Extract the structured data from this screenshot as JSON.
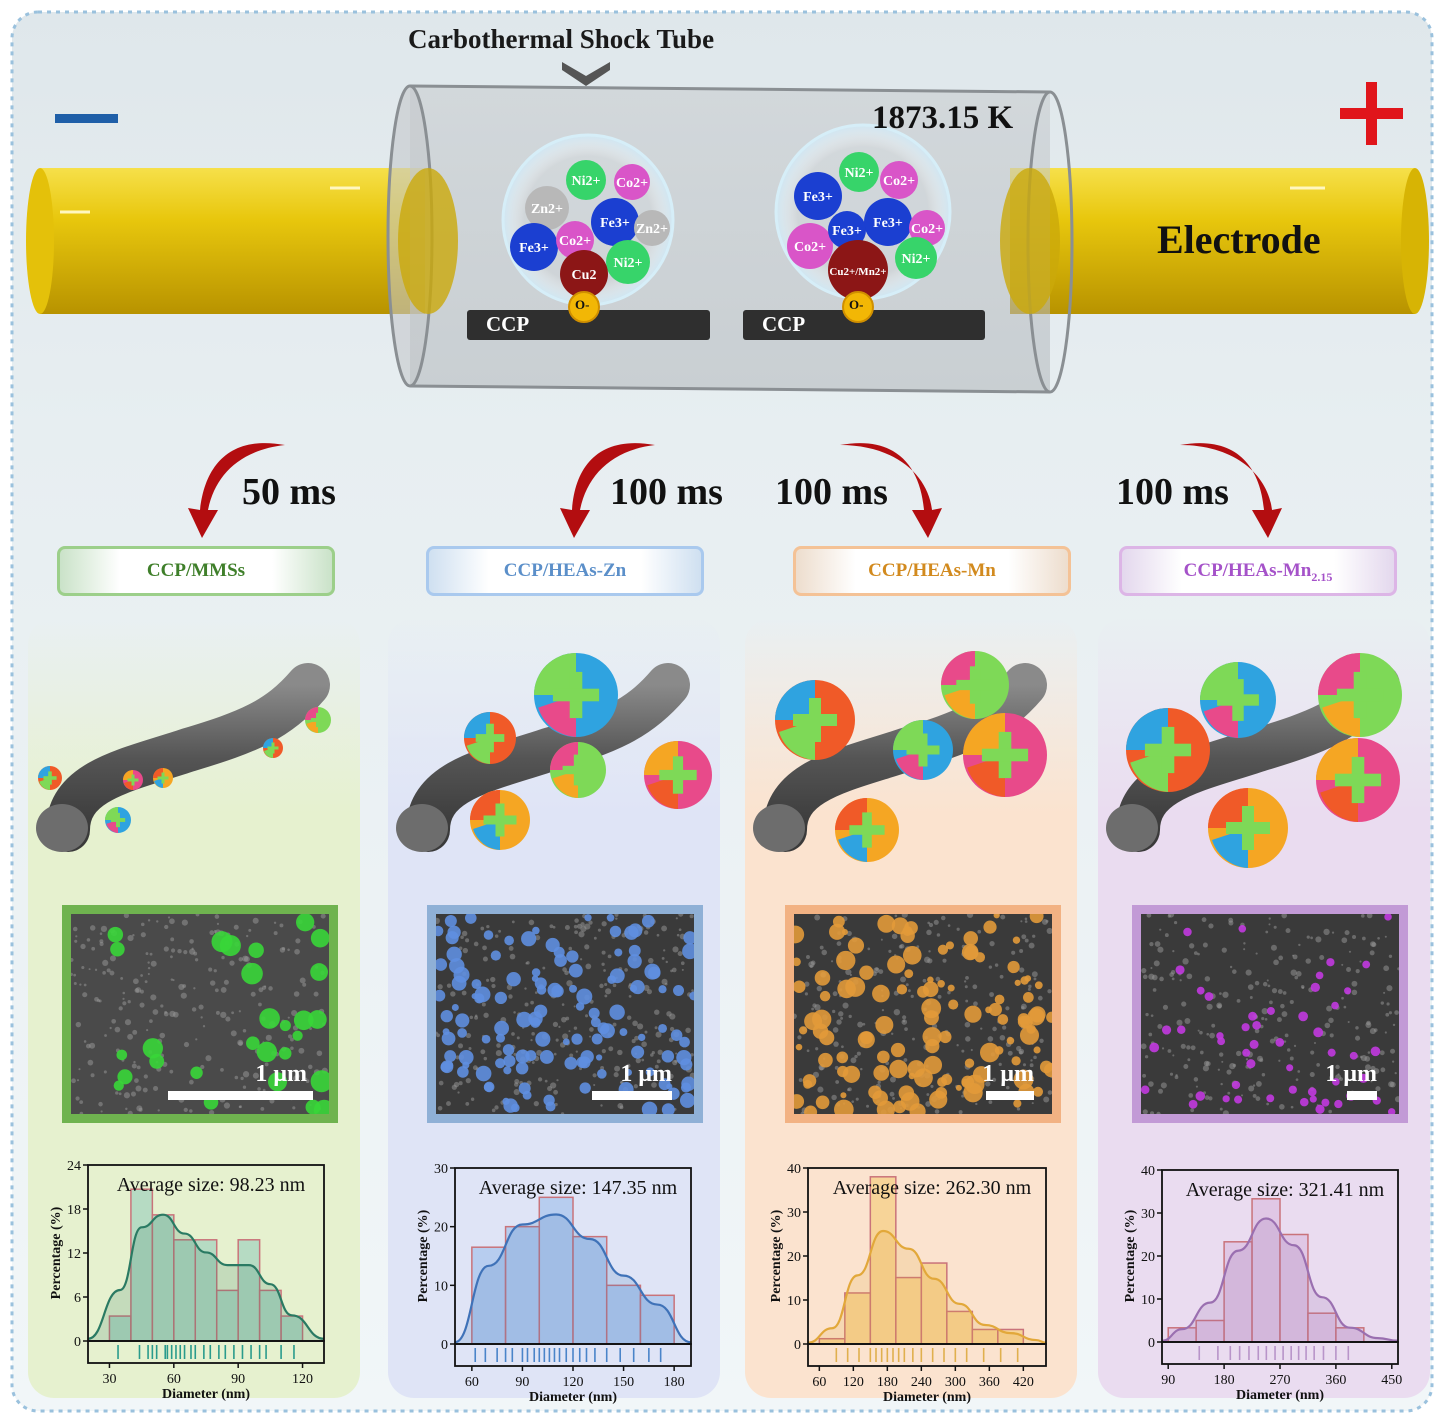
{
  "header": {
    "tube_title": "Carbothermal Shock Tube",
    "temperature": "1873.15 K",
    "electrode_label": "Electrode",
    "minus_sign": "—",
    "plus_sign": "+"
  },
  "ion_clusters": [
    {
      "substrate": "CCP",
      "oxygen": "O-",
      "ions": [
        "Ni2+",
        "Co2+",
        "Zn2+",
        "Fe3+",
        "Zn2+",
        "Fe3+",
        "Co2+",
        "Ni2+",
        "Cu2"
      ]
    },
    {
      "substrate": "CCP",
      "oxygen": "O-",
      "ions": [
        "Ni2+",
        "Co2+",
        "Fe3+",
        "Fe3+",
        "Co2+",
        "Co2+",
        "Fe3+",
        "Ni2+",
        "Cu2+/Mn2+"
      ]
    }
  ],
  "times": [
    "50 ms",
    "100 ms",
    "100 ms",
    "100 ms"
  ],
  "samples": [
    {
      "name": "CCP/MMSs",
      "name_sub": "",
      "color": "#3f7f2a",
      "border": "#9ccf8a",
      "panel": "#e6f1cf",
      "sem_border": "#6fb34f",
      "particle": "#39d639",
      "scale": "1 μm"
    },
    {
      "name": "CCP/HEAs-Zn",
      "name_sub": "",
      "color": "#5b8fc9",
      "border": "#a9c9ee",
      "panel": "#dfe4f6",
      "sem_border": "#8fb0d6",
      "particle": "#5f8fe0",
      "scale": "1 μm"
    },
    {
      "name": "CCP/HEAs-Mn",
      "name_sub": "",
      "color": "#d28a1e",
      "border": "#f4c296",
      "panel": "#fbe3cf",
      "sem_border": "#f2b283",
      "particle": "#e29a3a",
      "scale": "1 μm"
    },
    {
      "name": "CCP/HEAs-Mn",
      "name_sub": "2.15",
      "color": "#a552c9",
      "border": "#dcb5e6",
      "panel": "#eadcf0",
      "sem_border": "#c29ad6",
      "particle": "#c23ae0",
      "scale": "1 μm"
    }
  ],
  "chart_data": [
    {
      "type": "bar",
      "title": "Average size: 98.23 nm",
      "xlabel": "Diameter (nm)",
      "ylabel": "Percentage (%)",
      "xlim": [
        20,
        130
      ],
      "ylim": [
        0,
        24
      ],
      "xticks": [
        30,
        60,
        90,
        120
      ],
      "yticks": [
        0,
        6,
        12,
        18,
        24
      ],
      "bin_edges": [
        30,
        40,
        50,
        60,
        70,
        80,
        90,
        100,
        110,
        120
      ],
      "values": [
        3.4,
        20.7,
        17.2,
        13.8,
        13.8,
        6.9,
        13.8,
        6.9,
        3.4
      ],
      "fill": "#a6d3bf",
      "edge": "#c9737a",
      "curve": "#2a7a63",
      "rug": "#2a9b8c",
      "rug_x": [
        34,
        44,
        48,
        50,
        52,
        56,
        57,
        59,
        61,
        63,
        65,
        68,
        70,
        74,
        77,
        81,
        84,
        88,
        92,
        96,
        100,
        103,
        110,
        116
      ]
    },
    {
      "type": "bar",
      "title": "Average size: 147.35 nm",
      "xlabel": "Diameter (nm)",
      "ylabel": "Percentage (%)",
      "xlim": [
        50,
        190
      ],
      "ylim": [
        0,
        30
      ],
      "xticks": [
        60,
        90,
        120,
        150,
        180
      ],
      "yticks": [
        0,
        10,
        20,
        30
      ],
      "bin_edges": [
        60,
        80,
        100,
        120,
        140,
        160,
        180
      ],
      "values": [
        16.5,
        20.0,
        25.0,
        18.3,
        10.0,
        8.3
      ],
      "fill": "#a9c6ec",
      "edge": "#c9737a",
      "curve": "#3f72b8",
      "rug": "#4a84c9",
      "rug_x": [
        62,
        68,
        75,
        80,
        84,
        90,
        93,
        97,
        100,
        103,
        106,
        109,
        112,
        116,
        120,
        124,
        128,
        133,
        140,
        148,
        156,
        165,
        172
      ]
    },
    {
      "type": "bar",
      "title": "Average size: 262.30 nm",
      "xlabel": "Diameter (nm)",
      "ylabel": "Percentage (%)",
      "xlim": [
        40,
        460
      ],
      "ylim": [
        0,
        40
      ],
      "xticks": [
        60,
        120,
        180,
        240,
        300,
        360,
        420
      ],
      "yticks": [
        0,
        10,
        20,
        30,
        40
      ],
      "bin_edges": [
        60,
        105,
        150,
        195,
        240,
        285,
        330,
        375,
        420,
        465
      ],
      "values": [
        1.2,
        11.6,
        38.0,
        15.1,
        18.4,
        7.4,
        3.3,
        3.3,
        0
      ],
      "fill": "#f6cf86",
      "edge": "#c9737a",
      "curve": "#e2a83a",
      "rug": "#e0b04e",
      "rug_x": [
        90,
        110,
        130,
        150,
        160,
        170,
        180,
        190,
        200,
        210,
        225,
        240,
        260,
        280,
        300,
        320,
        350,
        380,
        410
      ]
    },
    {
      "type": "bar",
      "title": "Average size: 321.41 nm",
      "xlabel": "Diameter (nm)",
      "ylabel": "Percentage (%)",
      "xlim": [
        80,
        460
      ],
      "ylim": [
        0,
        40
      ],
      "xticks": [
        90,
        180,
        270,
        360,
        450
      ],
      "yticks": [
        0,
        10,
        20,
        30,
        40
      ],
      "bin_edges": [
        90,
        135,
        180,
        225,
        270,
        315,
        360,
        405,
        450
      ],
      "values": [
        3.3,
        5.0,
        23.3,
        33.3,
        25.0,
        6.7,
        3.3,
        0
      ],
      "fill": "#dcc0e2",
      "edge": "#c9737a",
      "curve": "#9a6fb0",
      "rug": "#b894c9",
      "rug_x": [
        140,
        170,
        190,
        205,
        220,
        235,
        248,
        262,
        275,
        288,
        300,
        312,
        325,
        340,
        360,
        380
      ]
    }
  ]
}
